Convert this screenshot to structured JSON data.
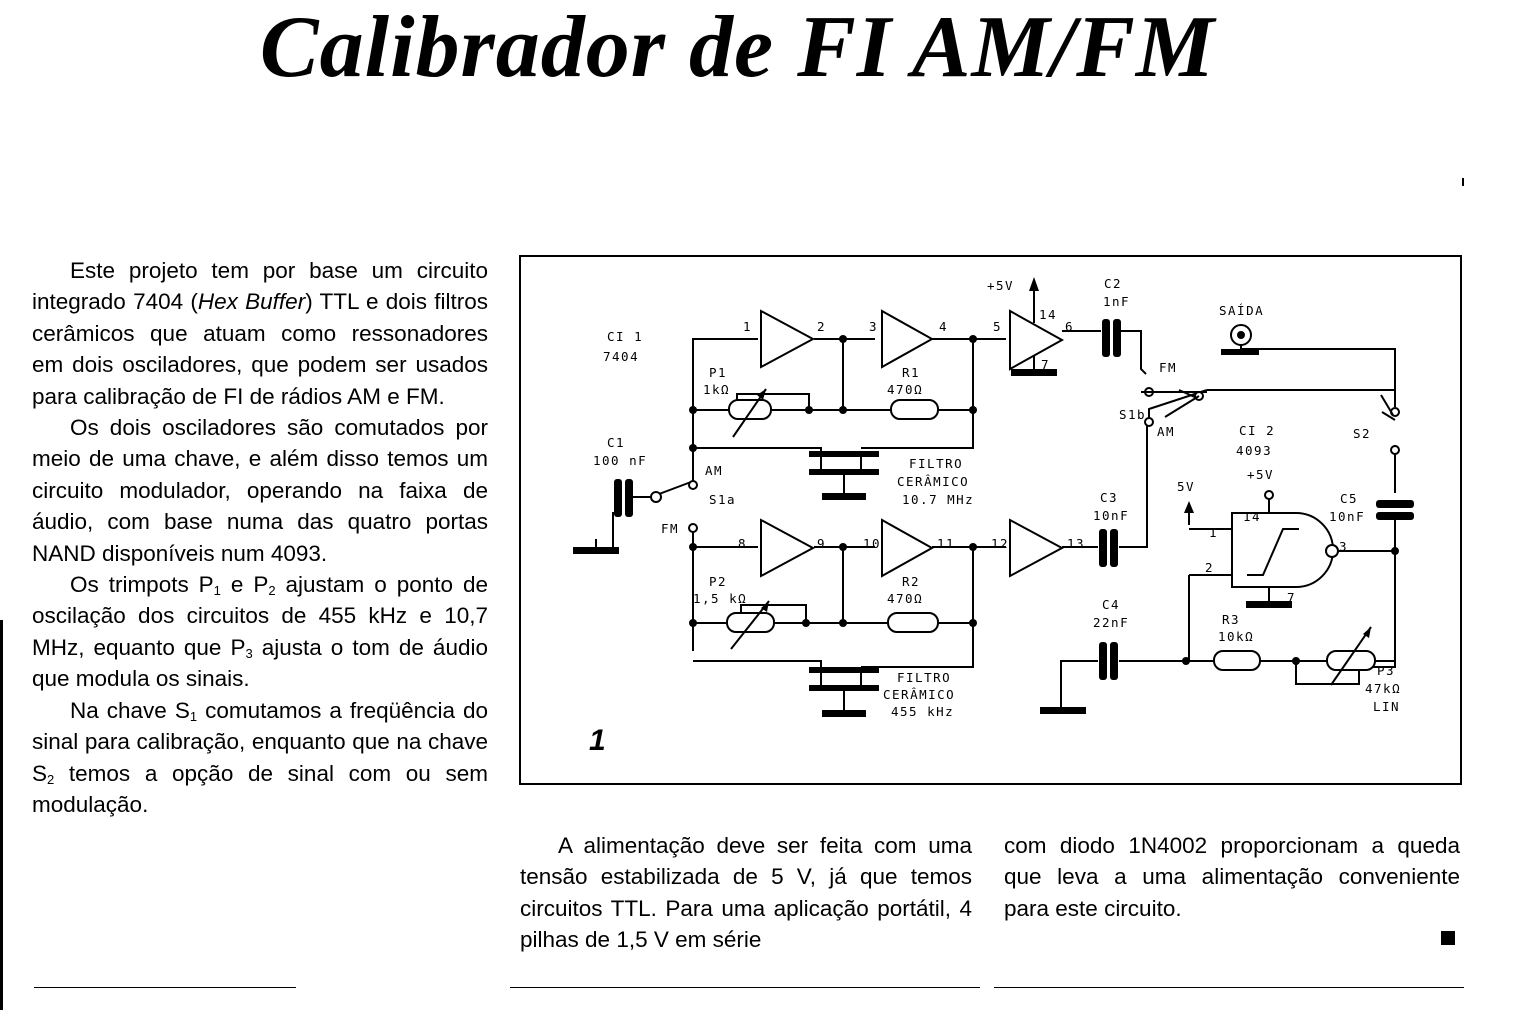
{
  "title": "Calibrador de FI AM/FM",
  "col1": {
    "p1_a": "Este projeto tem por base um circuito integrado 7404 (",
    "p1_em": "Hex Buffer",
    "p1_b": ") TTL e dois filtros cerâmicos que atuam como ressonadores em dois osciladores, que podem ser usados para calibração de FI de rádios AM e FM.",
    "p2": "Os dois osciladores são comutados por meio de uma chave, e além disso temos um circuito modulador, operando na faixa de áudio, com base numa das quatro portas NAND disponíveis num 4093.",
    "p3_a": "Os trimpots P",
    "p3_s1": "1",
    "p3_b": " e P",
    "p3_s2": "2",
    "p3_c": " ajustam o ponto de oscilação dos circuitos de 455 kHz e 10,7 MHz, equanto que P",
    "p3_s3": "3",
    "p3_d": " ajusta o tom de áudio que modula os sinais.",
    "p4_a": "Na chave S",
    "p4_s1": "1",
    "p4_b": " comutamos a freqüência do sinal para calibração, enquanto que na chave S",
    "p4_s2": "2",
    "p4_c": " temos a opção de sinal com ou sem modulação."
  },
  "col2": {
    "p1": "A alimentação deve ser feita com uma tensão estabilizada de 5 V, já que temos circuitos TTL. Para uma aplicação portátil, 4 pilhas de 1,5 V em série"
  },
  "col3": {
    "p1": "com diodo 1N4002 proporcionam a queda que leva a uma alimentação conveniente para este circuito."
  },
  "diagram": {
    "figure_number": "1",
    "ci1_name": "CI 1",
    "ci1_part": "7404",
    "ci2_name": "CI 2",
    "ci2_part": "4093",
    "c1_name": "C1",
    "c1_value": "100 nF",
    "c2_name": "C2",
    "c2_value": "1nF",
    "c3_name": "C3",
    "c3_value": "10nF",
    "c4_name": "C4",
    "c4_value": "22nF",
    "c5_name": "C5",
    "c5_value": "10nF",
    "p1_name": "P1",
    "p1_value": "1kΩ",
    "p2_name": "P2",
    "p2_value": "1,5 kΩ",
    "p3_name": "P3",
    "p3_value": "47kΩ",
    "p3_taper": "LIN",
    "r1_name": "R1",
    "r1_value": "470Ω",
    "r2_name": "R2",
    "r2_value": "470Ω",
    "r3_name": "R3",
    "r3_value": "10kΩ",
    "filter1_l1": "FILTRO",
    "filter1_l2": "CERÂMICO",
    "filter1_l3": "10.7 MHz",
    "filter2_l1": "FILTRO",
    "filter2_l2": "CERÂMICO",
    "filter2_l3": "455 kHz",
    "vcc1": "+5V",
    "vcc2": "+5V",
    "v5": "5V",
    "output_label": "SAÍDA",
    "s1a": "S1a",
    "s1b": "S1b",
    "s2": "S2",
    "am1": "AM",
    "fm1": "FM",
    "am2": "AM",
    "fm2": "FM",
    "pins": [
      "1",
      "2",
      "3",
      "4",
      "5",
      "6",
      "7",
      "8",
      "9",
      "10",
      "11",
      "12",
      "13",
      "14"
    ],
    "ci2_pins": [
      "1",
      "2",
      "3",
      "7",
      "14"
    ]
  }
}
